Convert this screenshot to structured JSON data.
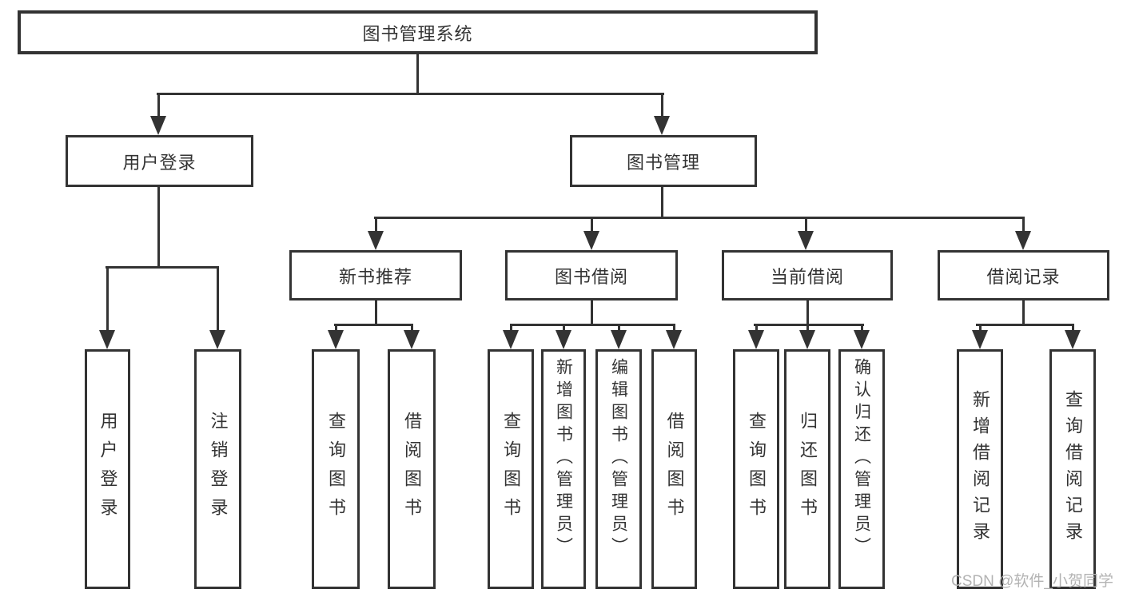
{
  "tree": {
    "root": {
      "label": "图书管理系统",
      "children": [
        {
          "label": "用户登录",
          "children": [
            {
              "label": "用户登录"
            },
            {
              "label": "注销登录"
            }
          ]
        },
        {
          "label": "图书管理",
          "children": [
            {
              "label": "新书推荐",
              "children": [
                {
                  "label": "查询图书"
                },
                {
                  "label": "借阅图书"
                }
              ]
            },
            {
              "label": "图书借阅",
              "children": [
                {
                  "label": "查询图书"
                },
                {
                  "label": "新增图书（管理员）"
                },
                {
                  "label": "编辑图书（管理员）"
                },
                {
                  "label": "借阅图书"
                }
              ]
            },
            {
              "label": "当前借阅",
              "children": [
                {
                  "label": "查询图书"
                },
                {
                  "label": "归还图书"
                },
                {
                  "label": "确认归还（管理员）"
                }
              ]
            },
            {
              "label": "借阅记录",
              "children": [
                {
                  "label": "新增借阅记录"
                },
                {
                  "label": "查询借阅记录"
                }
              ]
            }
          ]
        }
      ]
    }
  },
  "watermark": {
    "text": "CSDN @软件_小贺同学"
  },
  "colors": {
    "line": "#333333",
    "watermark": "#b3b3b3",
    "background": "#ffffff"
  }
}
